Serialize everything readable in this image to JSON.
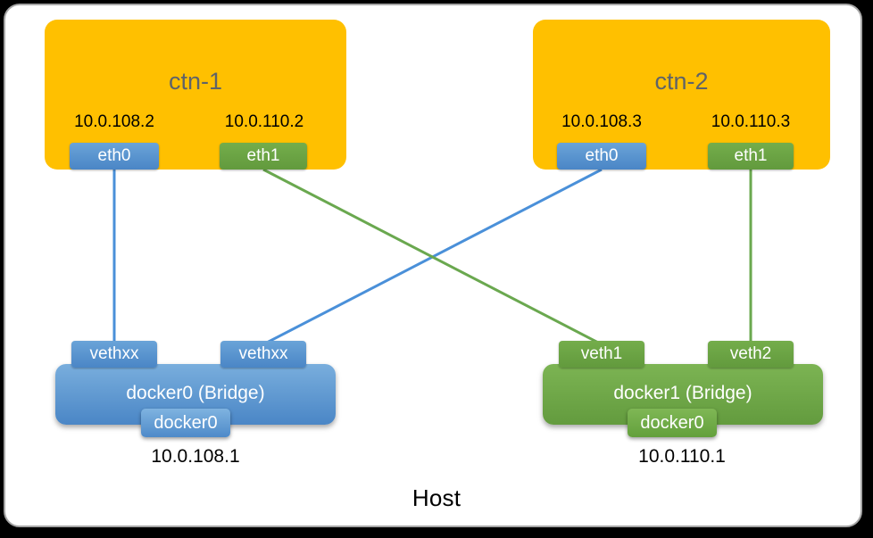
{
  "diagram": {
    "title": "Host",
    "host_label": "Host",
    "colors": {
      "background": "#000000",
      "host_fill": "#ffffff",
      "host_border": "#a6a6a6",
      "container_fill": "#ffc000",
      "container_title_text": "#5f6368",
      "blue": "#4a86c6",
      "green": "#629a3d",
      "link_blue": "#4a90d9",
      "link_green": "#6aa84f",
      "text_dark": "#000000",
      "text_light": "#ffffff"
    }
  },
  "containers": [
    {
      "id": "ctn-1",
      "name": "ctn-1",
      "ports": [
        {
          "id": "ctn1-eth0",
          "label": "eth0",
          "ip": "10.0.108.2",
          "color": "blue"
        },
        {
          "id": "ctn1-eth1",
          "label": "eth1",
          "ip": "10.0.110.2",
          "color": "green"
        }
      ]
    },
    {
      "id": "ctn-2",
      "name": "ctn-2",
      "ports": [
        {
          "id": "ctn2-eth0",
          "label": "eth0",
          "ip": "10.0.108.3",
          "color": "blue"
        },
        {
          "id": "ctn2-eth1",
          "label": "eth1",
          "ip": "10.0.110.3",
          "color": "green"
        }
      ]
    }
  ],
  "bridges": [
    {
      "id": "docker0",
      "name": "docker0 (Bridge)",
      "inner_chip": "docker0",
      "ip": "10.0.108.1",
      "color": "blue",
      "veths": [
        {
          "id": "veth-l1",
          "label": "vethxx"
        },
        {
          "id": "veth-l2",
          "label": "vethxx"
        }
      ]
    },
    {
      "id": "docker1",
      "name": "docker1 (Bridge)",
      "inner_chip": "docker0",
      "ip": "10.0.110.1",
      "color": "green",
      "veths": [
        {
          "id": "veth-r1",
          "label": "veth1"
        },
        {
          "id": "veth-r2",
          "label": "veth2"
        }
      ]
    }
  ],
  "links": [
    {
      "id": "link-1",
      "from": "ctn1-eth0",
      "to": "veth-l1",
      "color": "#4a90d9"
    },
    {
      "id": "link-2",
      "from": "ctn1-eth1",
      "to": "veth-r1",
      "color": "#6aa84f"
    },
    {
      "id": "link-3",
      "from": "ctn2-eth0",
      "to": "veth-l2",
      "color": "#4a90d9"
    },
    {
      "id": "link-4",
      "from": "ctn2-eth1",
      "to": "veth-r2",
      "color": "#6aa84f"
    }
  ]
}
